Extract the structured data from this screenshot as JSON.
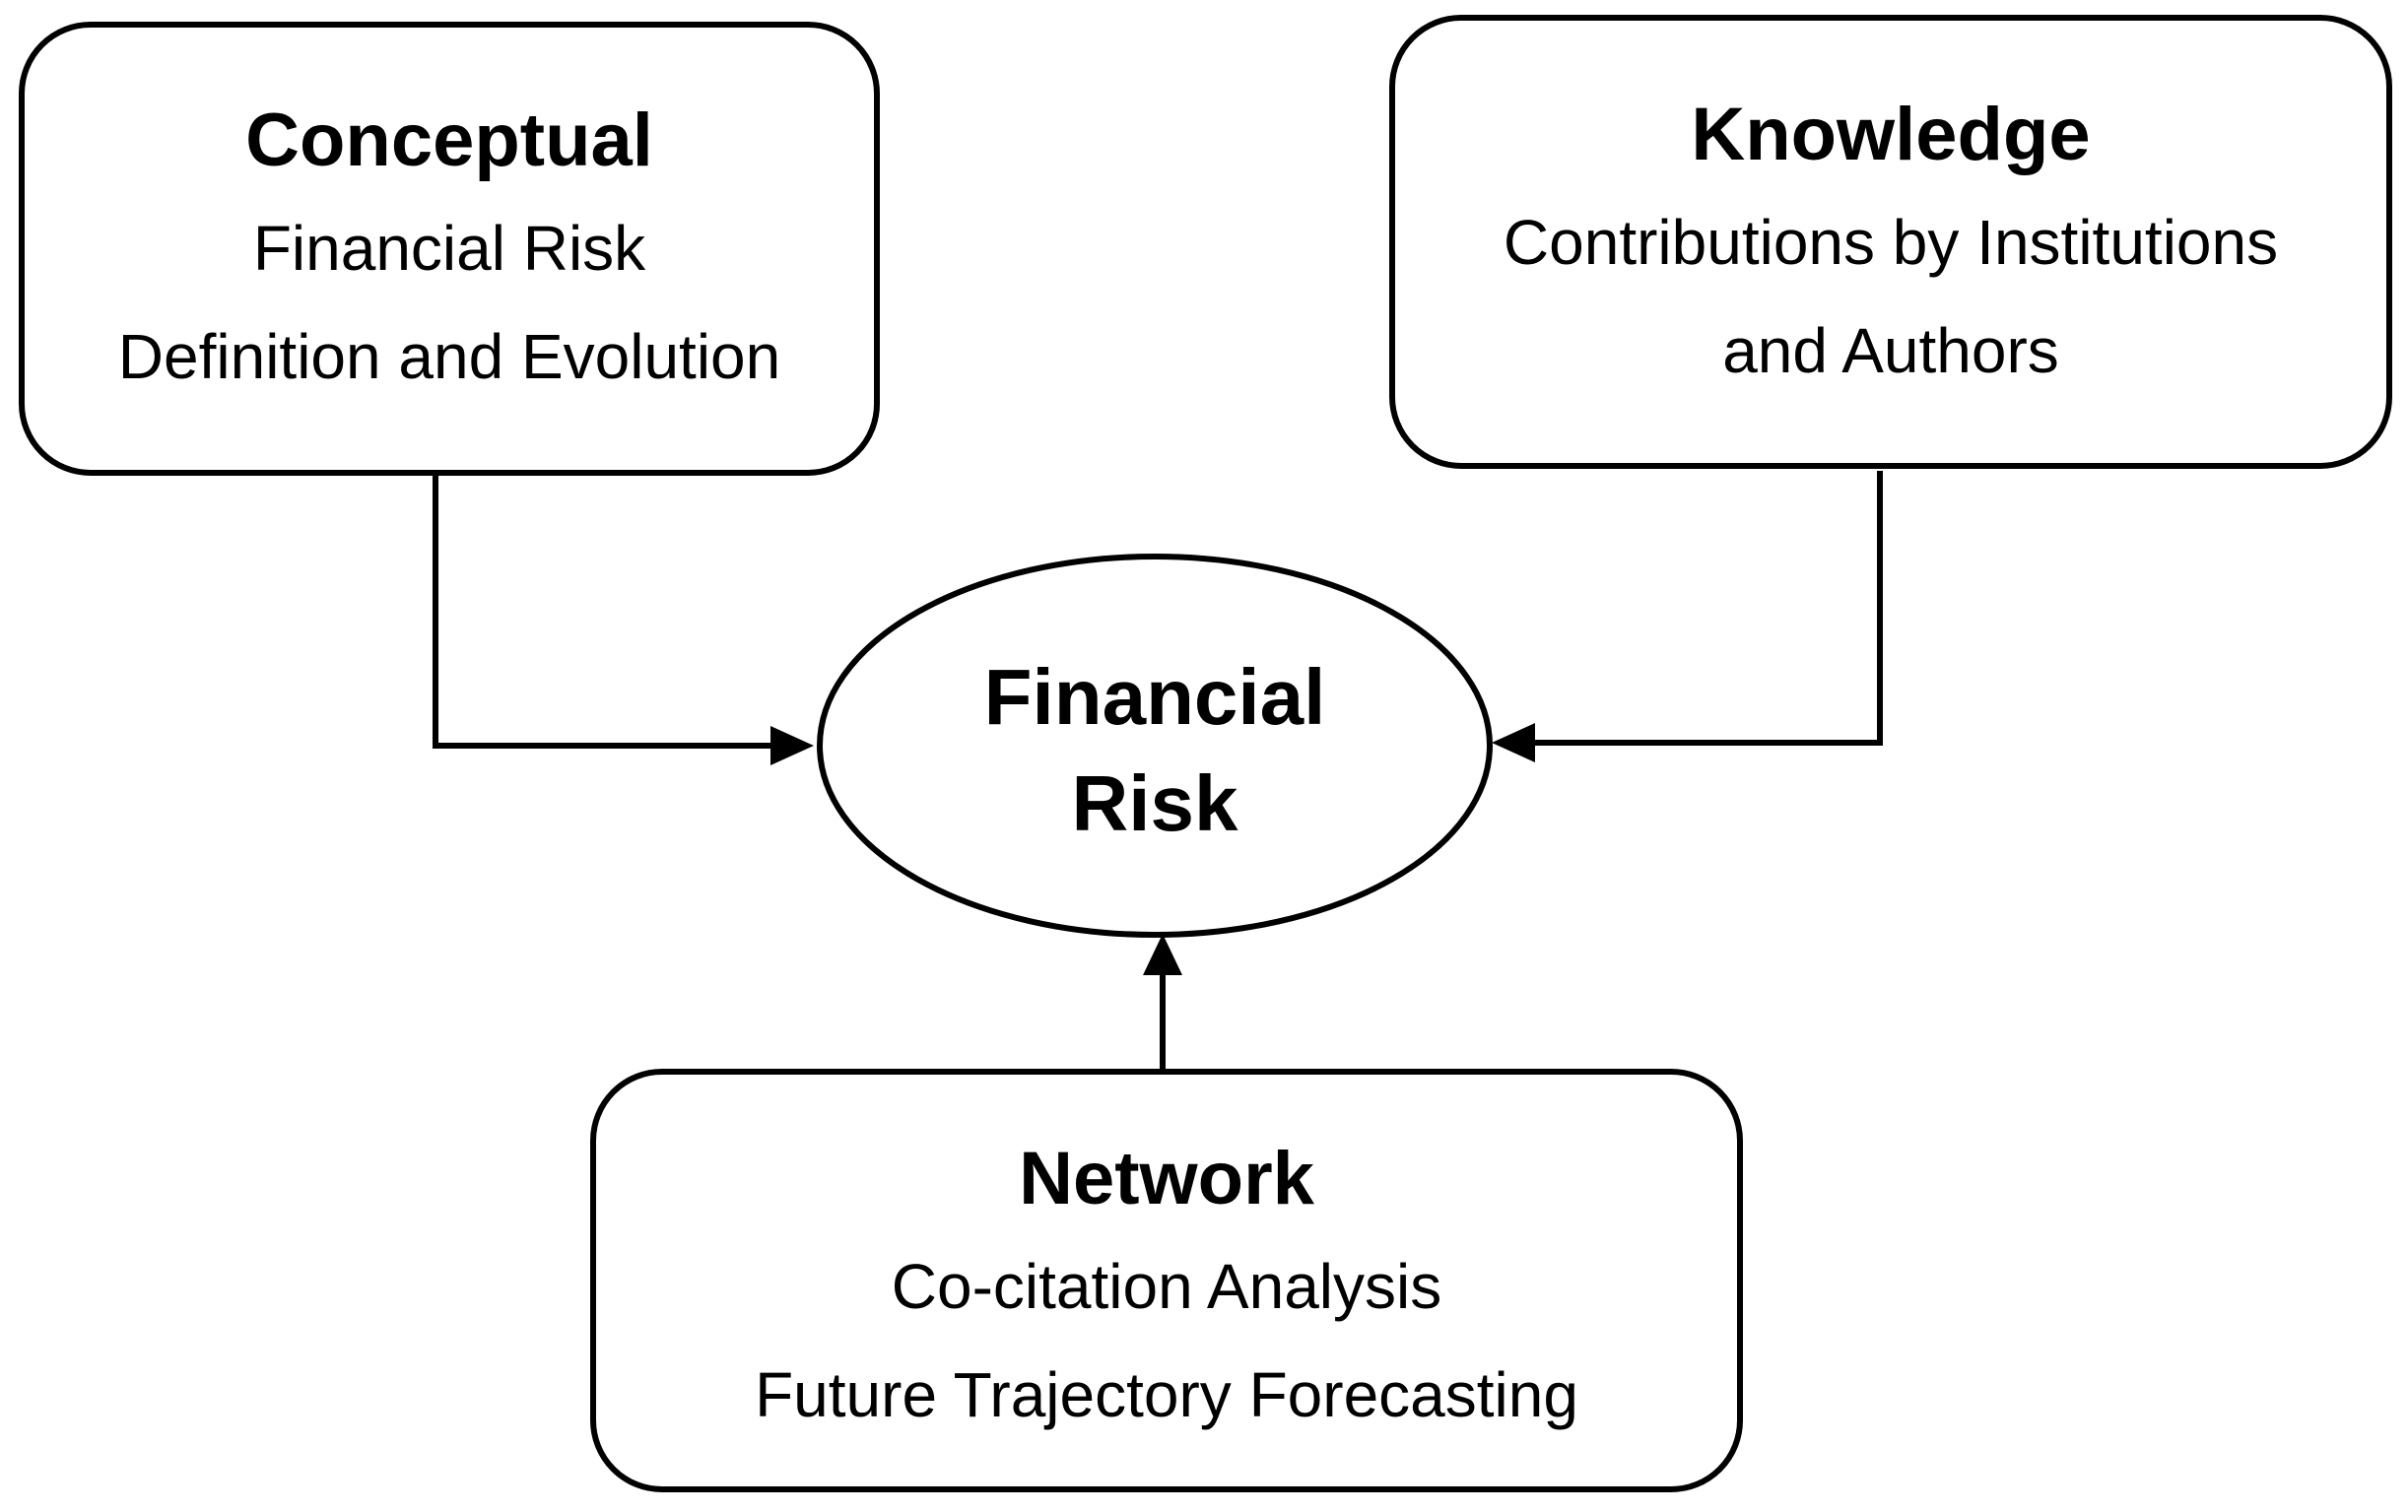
{
  "center": {
    "line1": "Financial",
    "line2": "Risk"
  },
  "conceptual": {
    "title": "Conceptual",
    "line1": "Financial Risk",
    "line2": "Definition and Evolution"
  },
  "knowledge": {
    "title": "Knowledge",
    "line1": "Contributions by Institutions",
    "line2": "and Authors"
  },
  "network": {
    "title": "Network",
    "line1": "Co-citation Analysis",
    "line2": "Future Trajectory Forecasting"
  },
  "colors": {
    "stroke": "#000000",
    "fill": "#ffffff",
    "text": "#000000"
  }
}
